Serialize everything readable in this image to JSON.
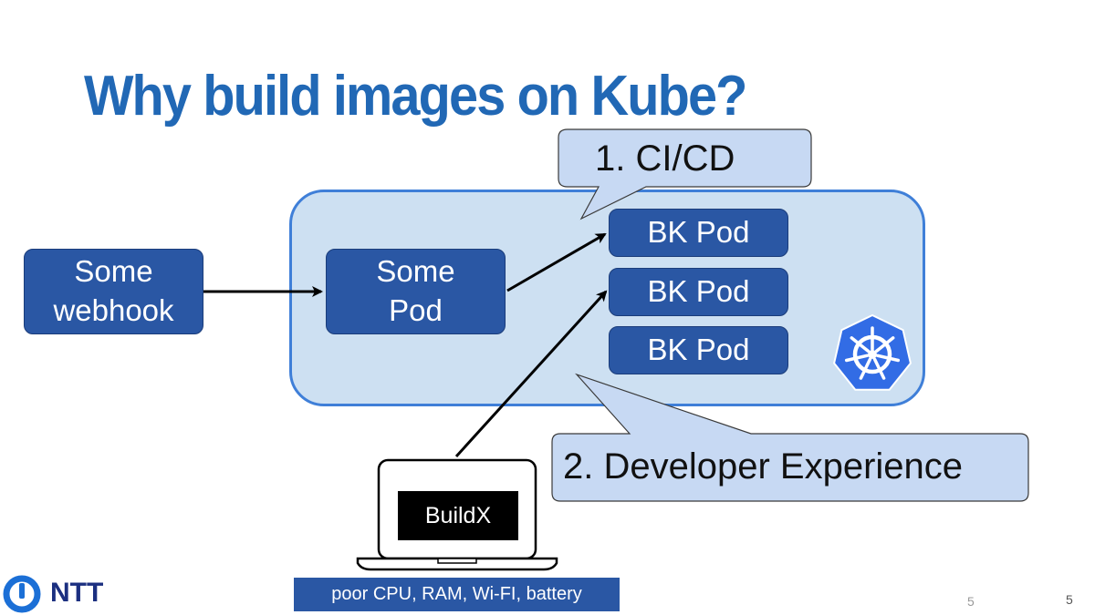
{
  "title": "Why build images on Kube?",
  "nodes": {
    "webhook": [
      "Some",
      "webhook"
    ],
    "some_pod": [
      "Some",
      "Pod"
    ],
    "bk_pods": [
      "BK Pod",
      "BK Pod",
      "BK Pod"
    ]
  },
  "callouts": {
    "cicd": "1.  CI/CD",
    "devx": "2. Developer Experience"
  },
  "laptop": {
    "label": "BuildX",
    "note": "poor CPU, RAM, Wi-FI, battery"
  },
  "logo": {
    "text": "NTT",
    "icon": "ntt-logo-icon"
  },
  "kubernetes_icon": "kubernetes-helm-icon",
  "page_numbers": [
    "5",
    "5"
  ],
  "colors": {
    "title": "#2168b5",
    "node_fill": "#2a57a4",
    "cluster_fill": "#cde0f2",
    "cluster_border": "#3f7fd8",
    "callout_fill": "#c7d9f3",
    "kubernetes": "#326ce5",
    "logo": "#1b2f80"
  }
}
